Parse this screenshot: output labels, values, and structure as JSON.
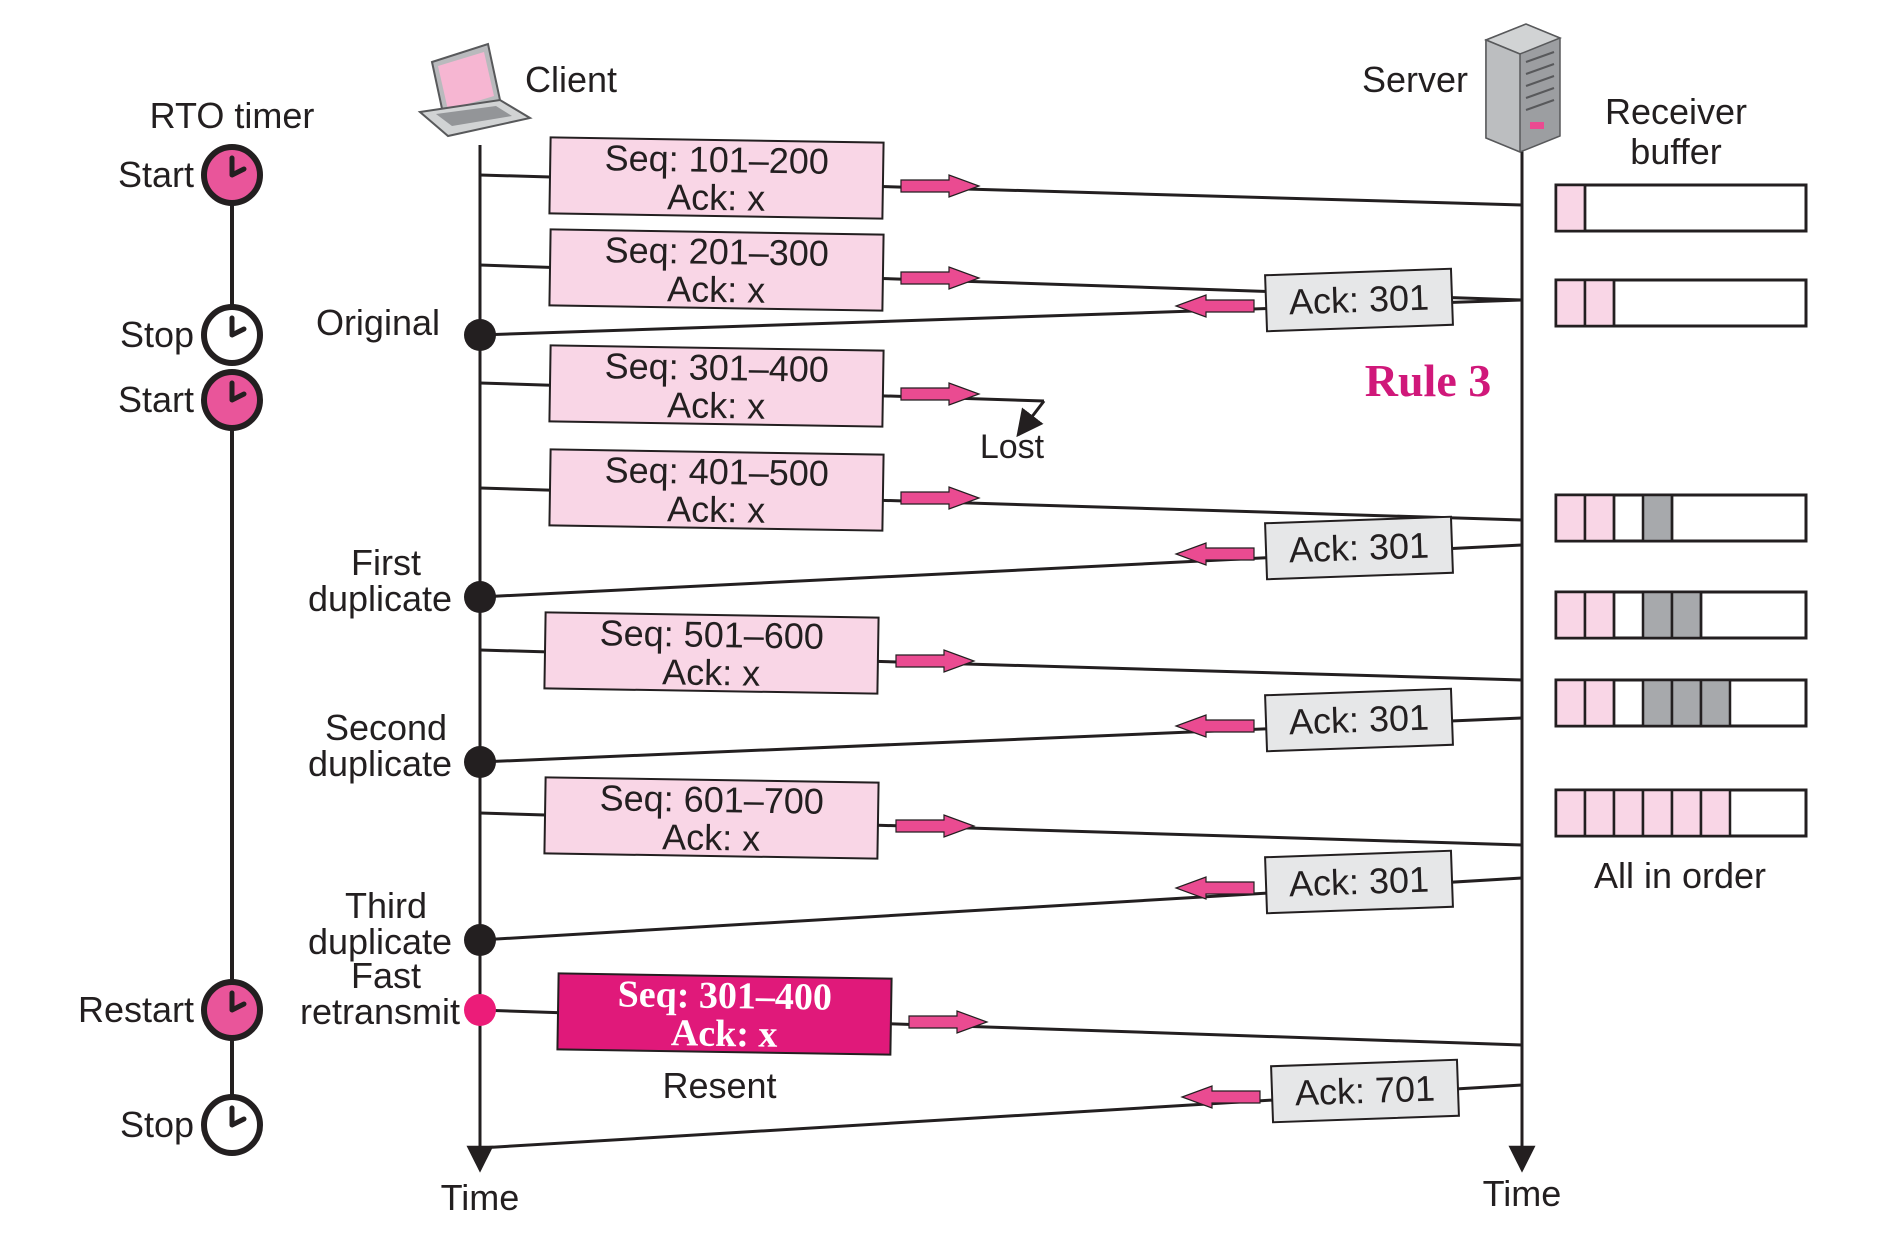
{
  "header": {
    "client_label": "Client",
    "server_label": "Server",
    "rto_label": "RTO timer",
    "buffer_label_line1": "Receiver",
    "buffer_label_line2": "buffer",
    "rule_label": "Rule 3"
  },
  "timer_events": [
    {
      "label": "Start",
      "state": "active"
    },
    {
      "label": "Stop",
      "state": "idle"
    },
    {
      "label": "Start",
      "state": "active"
    },
    {
      "label": "Restart",
      "state": "active"
    },
    {
      "label": "Stop",
      "state": "idle"
    }
  ],
  "client_events": [
    {
      "line1": "Original",
      "line2": "",
      "marker": "black"
    },
    {
      "line1": "First",
      "line2": "duplicate",
      "marker": "black"
    },
    {
      "line1": "Second",
      "line2": "duplicate",
      "marker": "black"
    },
    {
      "line1": "Third",
      "line2": "duplicate",
      "marker": "black"
    },
    {
      "line1": "Fast",
      "line2": "retransmit",
      "marker": "magenta"
    }
  ],
  "segments": [
    {
      "seq": "Seq: 101–200",
      "ack": "Ack: x",
      "style": "normal",
      "lost": false
    },
    {
      "seq": "Seq: 201–300",
      "ack": "Ack: x",
      "style": "normal",
      "lost": false
    },
    {
      "seq": "Seq: 301–400",
      "ack": "Ack: x",
      "style": "normal",
      "lost": true
    },
    {
      "seq": "Seq: 401–500",
      "ack": "Ack: x",
      "style": "normal",
      "lost": false
    },
    {
      "seq": "Seq: 501–600",
      "ack": "Ack: x",
      "style": "normal",
      "lost": false
    },
    {
      "seq": "Seq: 601–700",
      "ack": "Ack: x",
      "style": "normal",
      "lost": false
    },
    {
      "seq": "Seq: 301–400",
      "ack": "Ack: x",
      "style": "resent",
      "lost": false
    }
  ],
  "lost_label": "Lost",
  "resent_label": "Resent",
  "acks": [
    "Ack: 301",
    "Ack: 301",
    "Ack: 301",
    "Ack: 301",
    "Ack: 701"
  ],
  "buffers": [
    {
      "cells": [
        "in",
        "empty",
        "empty",
        "empty",
        "empty",
        "empty"
      ]
    },
    {
      "cells": [
        "in",
        "in",
        "empty",
        "empty",
        "empty",
        "empty"
      ]
    },
    {
      "cells": [
        "in",
        "in",
        "empty",
        "ooo",
        "empty",
        "empty"
      ]
    },
    {
      "cells": [
        "in",
        "in",
        "empty",
        "ooo",
        "ooo",
        "empty"
      ]
    },
    {
      "cells": [
        "in",
        "in",
        "empty",
        "ooo",
        "ooo",
        "ooo"
      ]
    },
    {
      "cells": [
        "in",
        "in",
        "in",
        "in",
        "in",
        "in"
      ]
    }
  ],
  "all_in_order_label": "All in order",
  "time_label": "Time",
  "colors": {
    "segment_fill": "#f9d6e6",
    "resent_fill": "#e0197a",
    "arrow_pink": "#ea4b91",
    "ack_fill": "#e6e7e8",
    "timer_active": "#e9559a",
    "ooo_fill": "#a7a9ac",
    "rule_text": "#d0187a",
    "marker_magenta": "#ec1c79"
  }
}
